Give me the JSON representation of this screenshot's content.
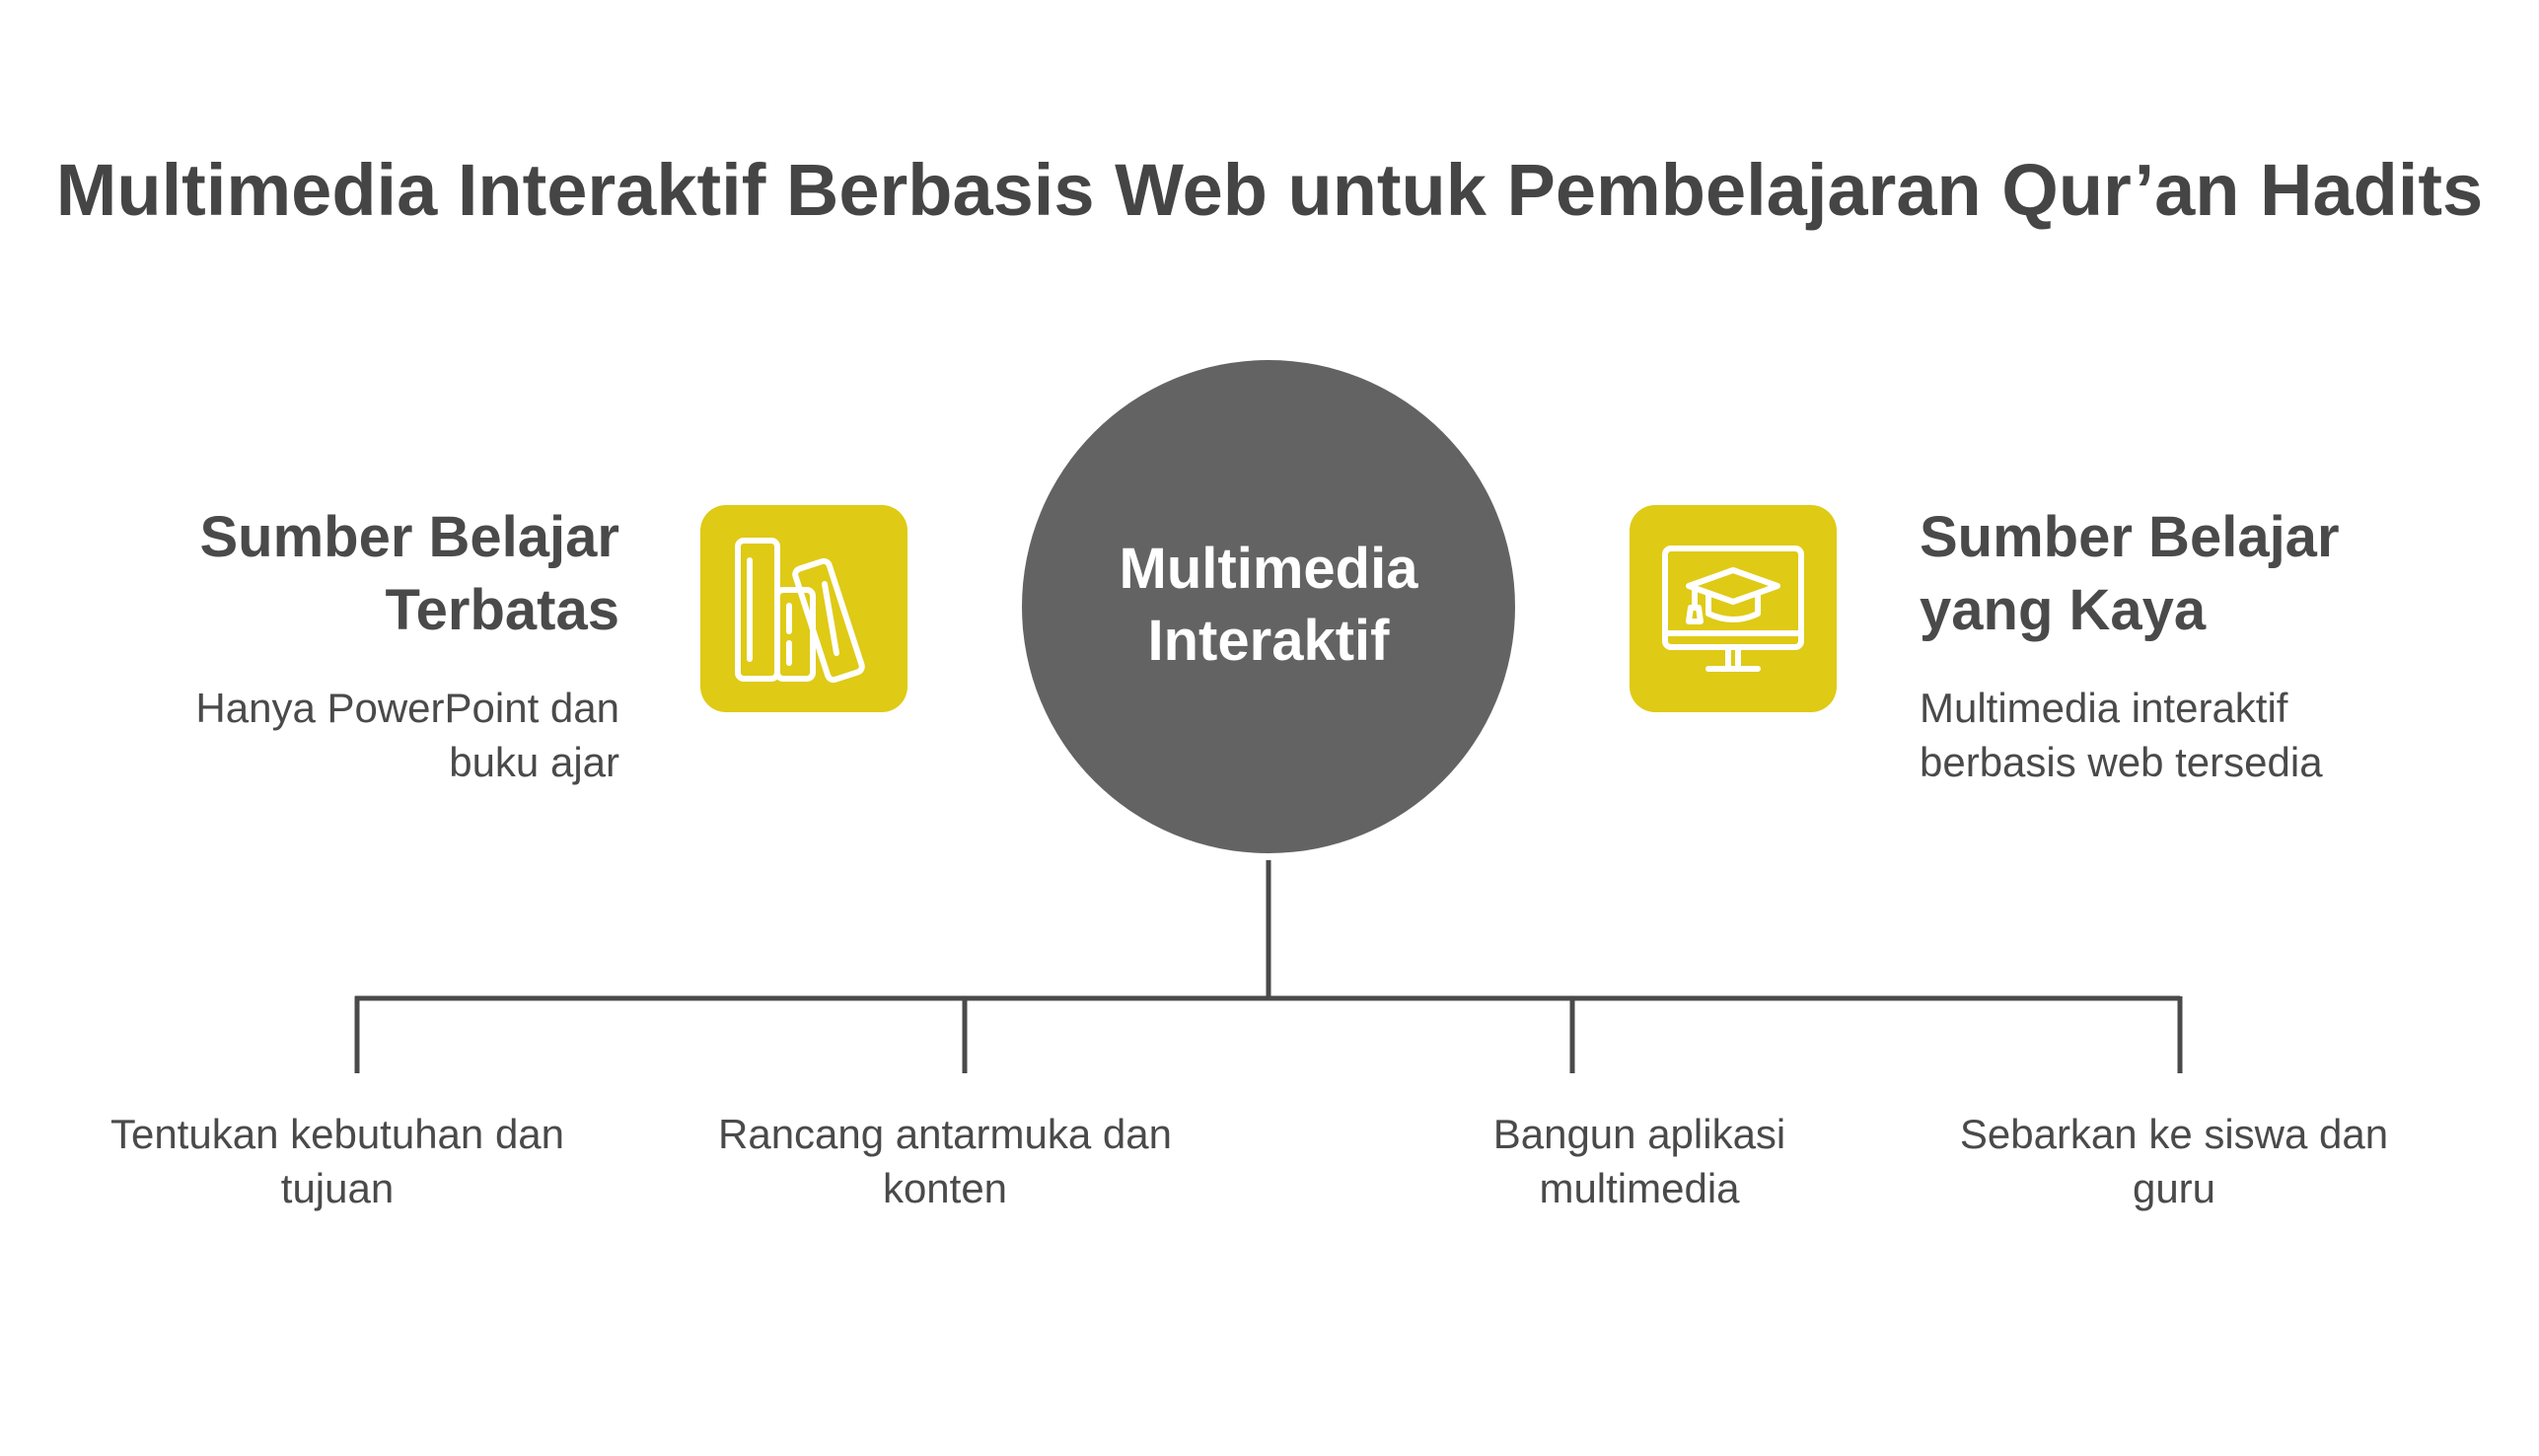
{
  "title": "Multimedia Interaktif Berbasis Web untuk Pembelajaran Qur’an Hadits",
  "left": {
    "title_line1": "Sumber Belajar",
    "title_line2": "Terbatas",
    "desc_line1": "Hanya PowerPoint dan",
    "desc_line2": "buku ajar",
    "icon": "books-icon"
  },
  "center": {
    "label_line1": "Multimedia",
    "label_line2": "Interaktif"
  },
  "right": {
    "title_line1": "Sumber Belajar",
    "title_line2": "yang Kaya",
    "desc_line1": "Multimedia interaktif",
    "desc_line2": "berbasis web tersedia",
    "icon": "monitor-graduation-cap-icon"
  },
  "steps": [
    {
      "line1": "Tentukan kebutuhan dan",
      "line2": "tujuan"
    },
    {
      "line1": "Rancang antarmuka dan",
      "line2": "konten"
    },
    {
      "line1": "Bangun aplikasi",
      "line2": "multimedia"
    },
    {
      "line1": "Sebarkan ke siswa dan",
      "line2": "guru"
    }
  ],
  "colors": {
    "accent": "#dfca15",
    "hub": "#636363",
    "text": "#4a4a4a",
    "lines": "#4a4a4a"
  }
}
